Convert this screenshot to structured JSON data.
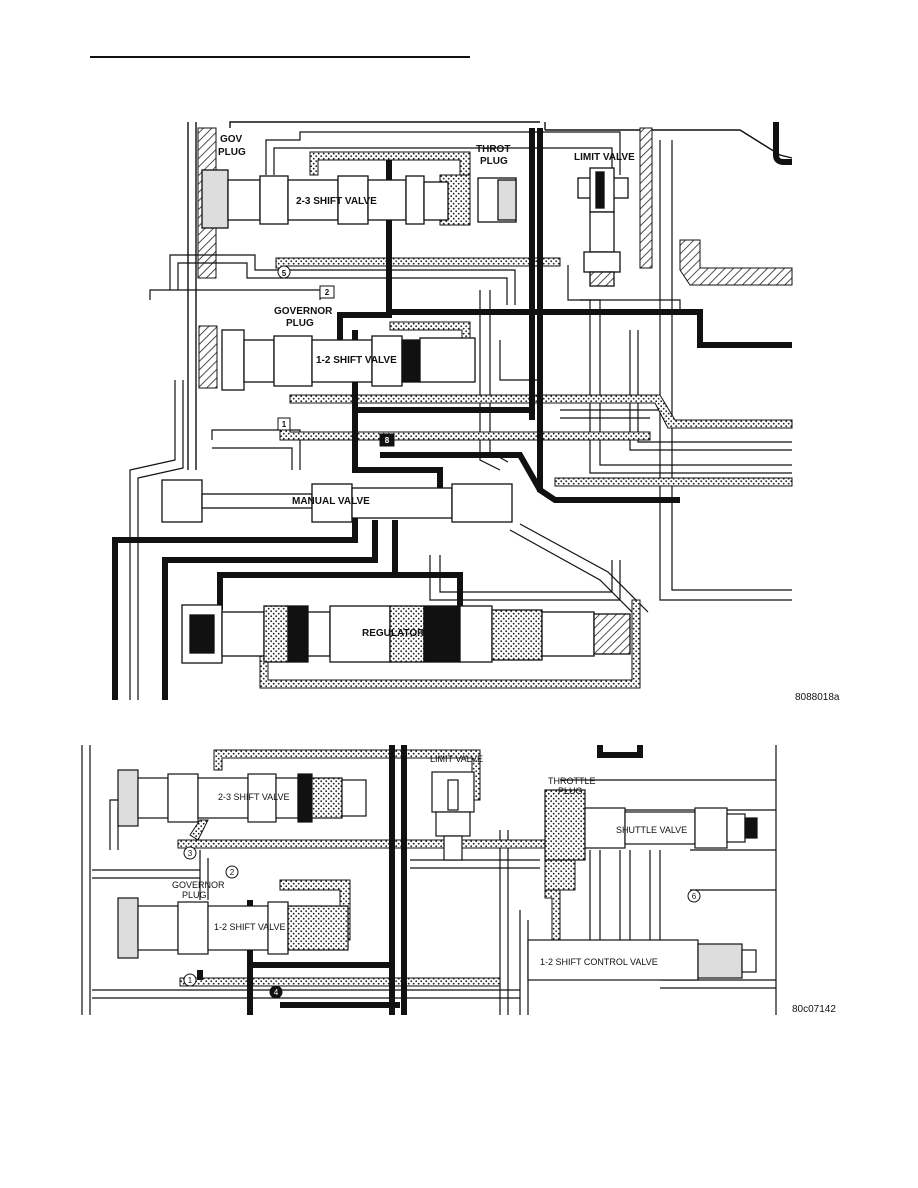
{
  "figure1": {
    "labels": {
      "gov_plug": [
        "GOV",
        "PLUG"
      ],
      "throt_plug": [
        "THROT",
        "PLUG"
      ],
      "limit_valve": "LIMIT VALVE",
      "shift_23": "2-3 SHIFT VALVE",
      "governor_plug": [
        "GOVERNOR",
        "PLUG"
      ],
      "shift_12": "1-2 SHIFT VALVE",
      "manual_valve": "MANUAL VALVE",
      "regulator_valve": "REGULATOR VALVE"
    },
    "callouts": [
      "5",
      "2",
      "1",
      "8"
    ],
    "code": "8088018a"
  },
  "figure2": {
    "labels": {
      "limit_valve": "LIMIT VALVE",
      "shift_23": "2-3 SHIFT VALVE",
      "throttle_plug": [
        "THROTTLE",
        "PLUG"
      ],
      "shuttle_valve": "SHUTTLE VALVE",
      "governor_plug": [
        "GOVERNOR",
        "PLUG"
      ],
      "shift_12": "1-2 SHIFT VALVE",
      "shift_control_12": "1-2 SHIFT CONTROL VALVE"
    },
    "callouts": [
      "3",
      "2",
      "1",
      "4",
      "6"
    ],
    "code": "80c07142"
  }
}
